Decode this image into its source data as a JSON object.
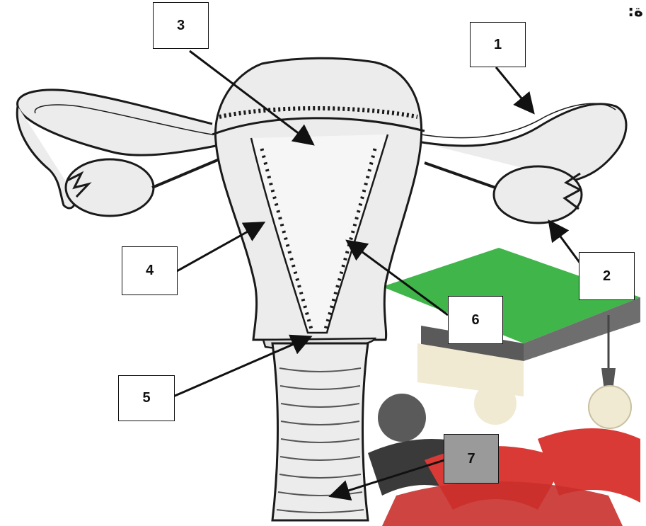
{
  "heading_fragment": "ة:",
  "labels": {
    "l1": "1",
    "l2": "2",
    "l3": "3",
    "l4": "4",
    "l5": "5",
    "l6": "6",
    "l7": "7"
  },
  "colors": {
    "logo_green": "#3fb54a",
    "logo_red": "#d93a36",
    "logo_dark": "#5a5a5a",
    "logo_cream": "#f0ead2",
    "organ_fill": "#ececec",
    "outline": "#1a1a1a"
  },
  "watermark": "graduation-cap-and-people logo"
}
